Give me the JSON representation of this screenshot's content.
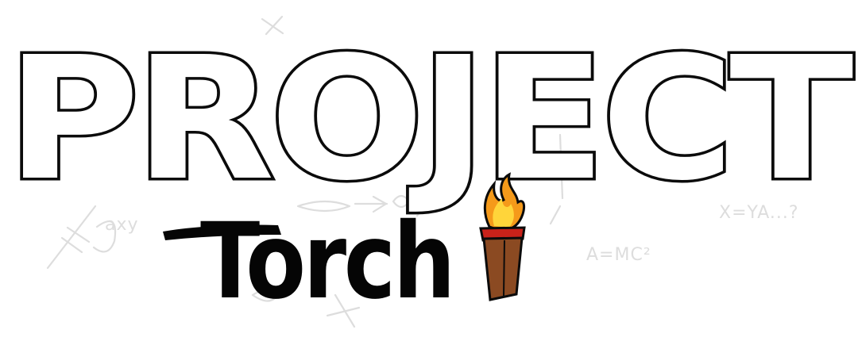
{
  "logo": {
    "title": "PROJECT",
    "subtitle": "Torch"
  },
  "doodles": {
    "note_1": "A=MC²",
    "note_2": "X=YA...?",
    "note_3": "axy"
  },
  "colors": {
    "outline": "#0b0b0b",
    "fill": "#ffffff",
    "doodle": "#dddddd",
    "flame_orange": "#f59a1a",
    "flame_yellow": "#ffd53a",
    "torch_wood": "#8b4a22",
    "torch_band": "#c8221a"
  },
  "icons": {
    "torch": "torch-icon"
  }
}
